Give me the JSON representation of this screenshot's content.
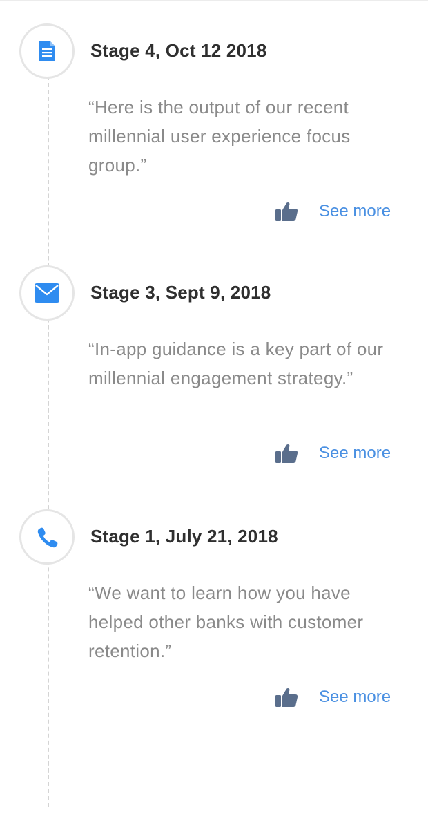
{
  "colors": {
    "accent": "#2f8cf0",
    "like_icon": "#5a6e8c",
    "link": "#4a90e2",
    "title": "#2f2f2f",
    "quote": "#8a8a8a"
  },
  "timeline": {
    "entries": [
      {
        "icon": "document-icon",
        "title": "Stage 4, Oct 12 2018",
        "quote": "“Here is the output of our recent millennial user experience focus group.”",
        "like_icon": "thumbs-up-icon",
        "see_more": "See more"
      },
      {
        "icon": "envelope-icon",
        "title": "Stage 3, Sept 9, 2018",
        "quote": "“In-app guidance is a key part of our millennial engagement strategy.”",
        "like_icon": "thumbs-up-icon",
        "see_more": "See more"
      },
      {
        "icon": "phone-icon",
        "title": "Stage 1, July 21, 2018",
        "quote": "“We want to learn how you have helped other banks with customer retention.”",
        "like_icon": "thumbs-up-icon",
        "see_more": "See more"
      }
    ]
  }
}
